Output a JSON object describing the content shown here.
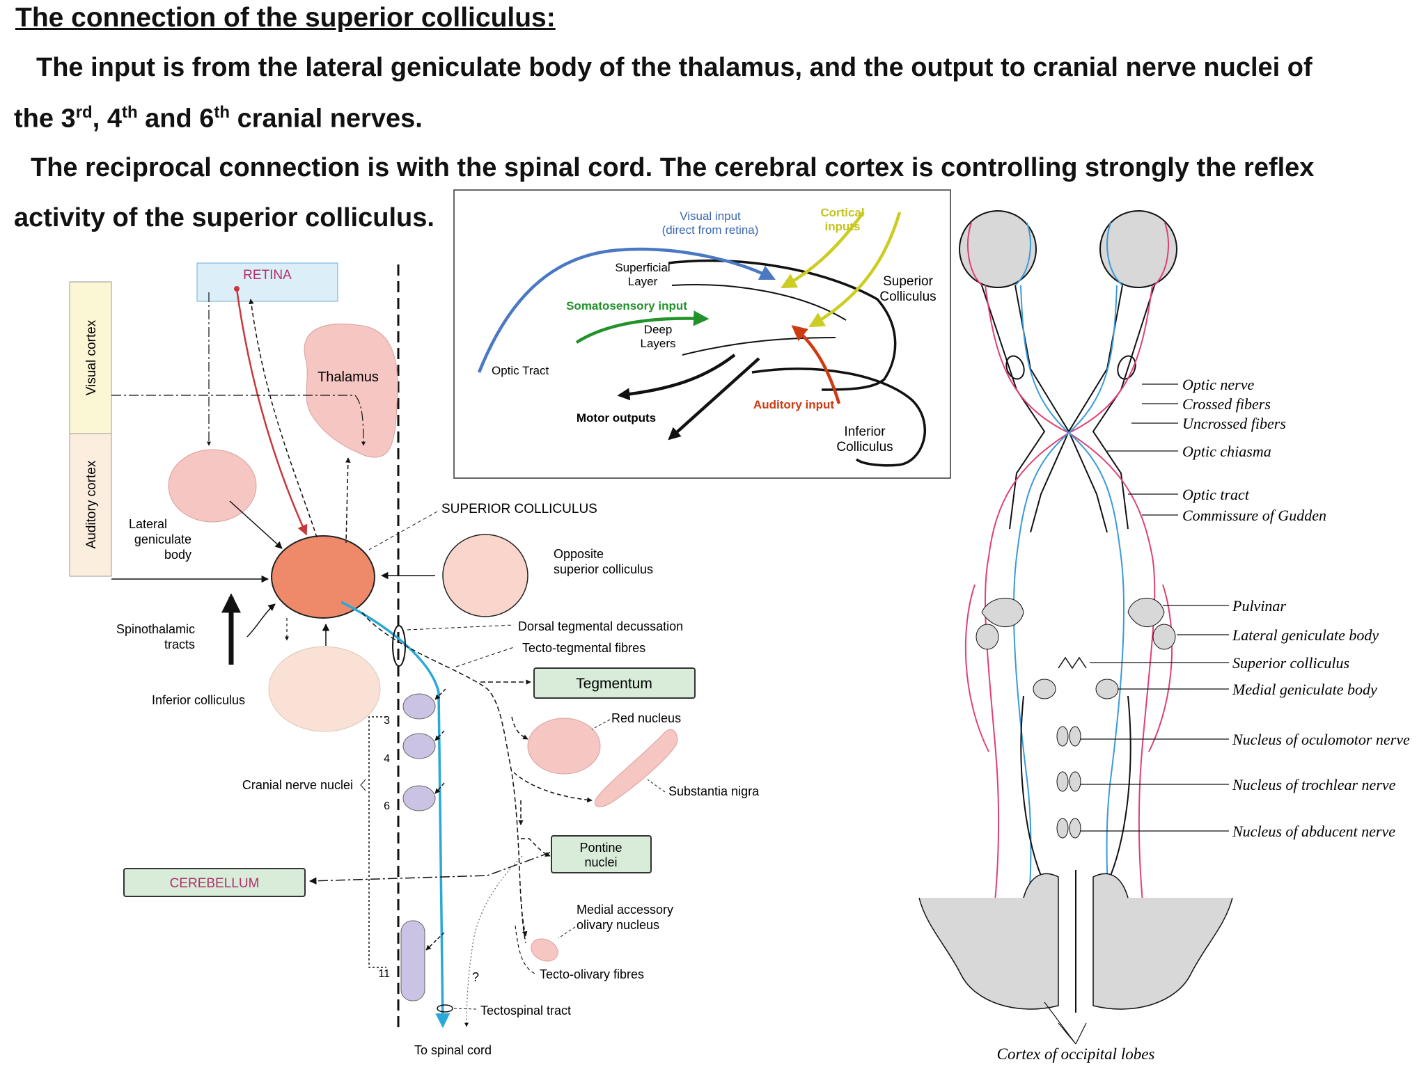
{
  "heading": "The connection of the superior colliculus:",
  "paragraph1": {
    "line1": "The input is from the lateral geniculate body of the thalamus, and the output to cranial nerve nuclei of",
    "line2_pre": "the 3",
    "sup_rd": "rd",
    "line2_mid1": ", 4",
    "sup_th1": "th",
    "line2_mid2": " and 6",
    "sup_th2": "th",
    "line2_post": " cranial nerves."
  },
  "paragraph2": {
    "line1": "The reciprocal connection is with the spinal cord. The cerebral cortex is controlling strongly the reflex",
    "line2": "activity of the superior colliculus."
  },
  "left_diagram": {
    "retina": "RETINA",
    "visual_cortex": "Visual cortex",
    "auditory_cortex": "Auditory cortex",
    "thalamus": "Thalamus",
    "lateral_geniculate": [
      "Lateral",
      "geniculate",
      "body"
    ],
    "superior_colliculus": "SUPERIOR COLLICULUS",
    "opposite_sc": [
      "Opposite",
      "superior colliculus"
    ],
    "spinothalamic": [
      "Spinothalamic",
      "tracts"
    ],
    "inferior_colliculus": "Inferior colliculus",
    "dorsal_tegmental": "Dorsal tegmental decussation",
    "tecto_tegmental": "Tecto-tegmental fibres",
    "tegmentum": "Tegmentum",
    "red_nucleus": "Red nucleus",
    "substantia_nigra": "Substantia nigra",
    "cranial_nerve_nuclei": "Cranial nerve nuclei",
    "nerve_nums": [
      "3",
      "4",
      "6",
      "11"
    ],
    "pontine_nuclei": [
      "Pontine",
      "nuclei"
    ],
    "cerebellum": "CEREBELLUM",
    "medial_accessory": [
      "Medial accessory",
      "olivary nucleus"
    ],
    "tecto_olivary": "Tecto-olivary fibres",
    "question": "?",
    "tectospinal": "Tectospinal tract",
    "to_spinal": "To spinal cord"
  },
  "inset_diagram": {
    "visual_input": [
      "Visual input",
      "(direct from retina)"
    ],
    "cortical_inputs": [
      "Cortical",
      "inputs"
    ],
    "superficial_layer": [
      "Superficial",
      "Layer"
    ],
    "superior_colliculus": [
      "Superior",
      "Colliculus"
    ],
    "somatosensory": "Somatosensory input",
    "deep_layers": [
      "Deep",
      "Layers"
    ],
    "optic_tract": "Optic Tract",
    "auditory_input": "Auditory input",
    "motor_outputs": "Motor outputs",
    "inferior_colliculus": [
      "Inferior",
      "Colliculus"
    ]
  },
  "right_diagram": {
    "labels": [
      "Optic nerve",
      "Crossed fibers",
      "Uncrossed fibers",
      "Optic chiasma",
      "Optic tract",
      "Commissure of Gudden",
      "Pulvinar",
      "Lateral geniculate body",
      "Superior colliculus",
      "Medial geniculate body",
      "Nucleus of oculomotor nerve",
      "Nucleus of trochlear nerve",
      "Nucleus of abducent nerve"
    ],
    "cortex": "Cortex of occipital lobes"
  },
  "colors": {
    "pink_fill": "#f6c6c3",
    "colliculus_fill": "#ee8a6a",
    "light_fill": "#f9d5cc",
    "lavender": "#cbc3e3",
    "green_box": "#d8ecd9",
    "blue_box": "#dceef7",
    "visual_blue": "#4a78c2",
    "cortical_yellow": "#cccc22",
    "somato_green": "#22922b",
    "auditory_red": "#cc3b12",
    "tract_blue": "#2aa8d8",
    "retina_red": "#c8383a"
  }
}
